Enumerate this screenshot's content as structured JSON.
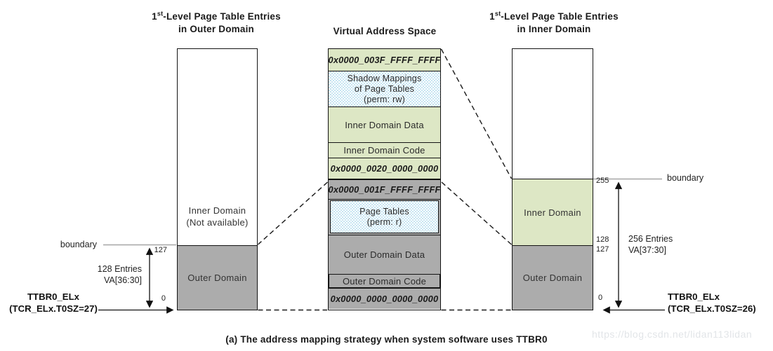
{
  "titles": {
    "left": {
      "num": "1",
      "sup": "st",
      "rest": "-Level Page Table Entries",
      "line2": "in Outer Domain"
    },
    "center": "Virtual Address Space",
    "right": {
      "num": "1",
      "sup": "st",
      "rest": "-Level Page Table Entries",
      "line2": "in Inner Domain"
    }
  },
  "outer_table": {
    "inner_region_label": "Inner Domain\n(Not available)",
    "outer_region_label": "Outer Domain",
    "index_127": "127",
    "index_0": "0",
    "boundary_label": "boundary",
    "entries_label": "128 Entries\nVA[36:30]",
    "ttbr_label": "TTBR0_ELx",
    "tcr_label": "(TCR_ELx.T0SZ=27)"
  },
  "vas": {
    "sections": [
      {
        "label": "0x0000_003F_FFFF_FFFF",
        "kind": "hex-green"
      },
      {
        "label": "Shadow Mappings\nof Page Tables\n(perm: rw)",
        "kind": "checker"
      },
      {
        "label": "Inner Domain Data",
        "kind": "green"
      },
      {
        "label": "Inner Domain Code",
        "kind": "green"
      },
      {
        "label": "0x0000_0020_0000_0000",
        "kind": "hex-green"
      },
      {
        "label": "0x0000_001F_FFFF_FFFF",
        "kind": "hex-gray"
      },
      {
        "label": "Page Tables\n(perm: r)",
        "kind": "checker-inset"
      },
      {
        "label": "Outer Domain Data",
        "kind": "gray"
      },
      {
        "label": "Outer Domain Code",
        "kind": "gray-boxed"
      },
      {
        "label": "0x0000_0000_0000_0000",
        "kind": "hex-gray"
      }
    ]
  },
  "inner_table": {
    "inner_region_label": "Inner Domain",
    "outer_region_label": "Outer Domain",
    "index_255": "255",
    "index_128": "128",
    "index_127": "127",
    "index_0": "0",
    "boundary_label": "boundary",
    "entries_label": "256 Entries\nVA[37:30]",
    "ttbr_label": "TTBR0_ELx",
    "tcr_label": "(TCR_ELx.T0SZ=26)"
  },
  "caption": "(a) The address mapping strategy when system software uses TTBR0",
  "watermark": "https://blog.csdn.net/lidan113lidan",
  "palette": {
    "green": "#dde7c5",
    "gray": "#acacac",
    "checker_blue": "#c7e5f2",
    "line_dark": "#141414",
    "boundary_gray": "#a6a6a6",
    "watermark_gray": "#e2e5e8"
  }
}
